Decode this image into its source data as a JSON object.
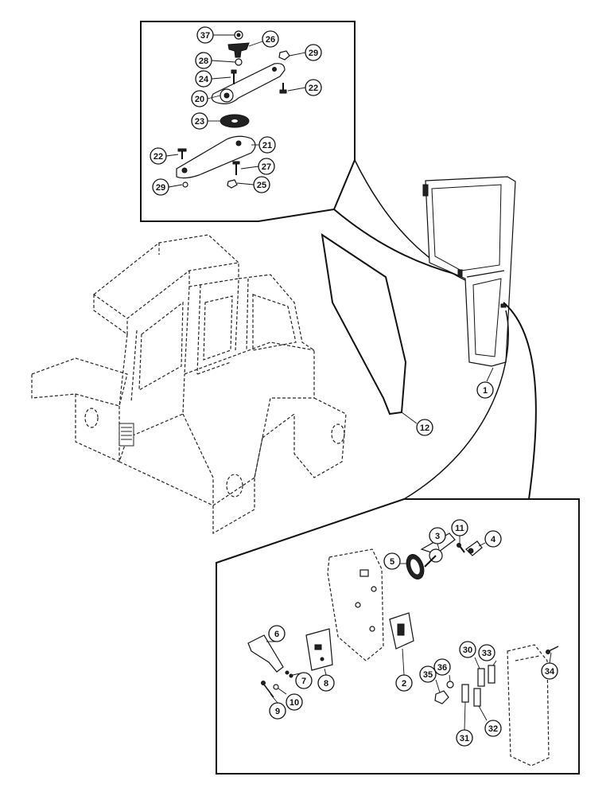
{
  "callouts": {
    "c37": "37",
    "c26": "26",
    "c29a": "29",
    "c28": "28",
    "c24": "24",
    "c22a": "22",
    "c20": "20",
    "c23": "23",
    "c21": "21",
    "c22b": "22",
    "c27": "27",
    "c29b": "29",
    "c25": "25",
    "c1": "1",
    "c12": "12",
    "c3": "3",
    "c11": "11",
    "c4": "4",
    "c5": "5",
    "c6": "6",
    "c7": "7",
    "c8": "8",
    "c2": "2",
    "c9": "9",
    "c10": "10",
    "c34": "34",
    "c33": "33",
    "c30": "30",
    "c36": "36",
    "c35": "35",
    "c31": "31",
    "c32": "32"
  }
}
